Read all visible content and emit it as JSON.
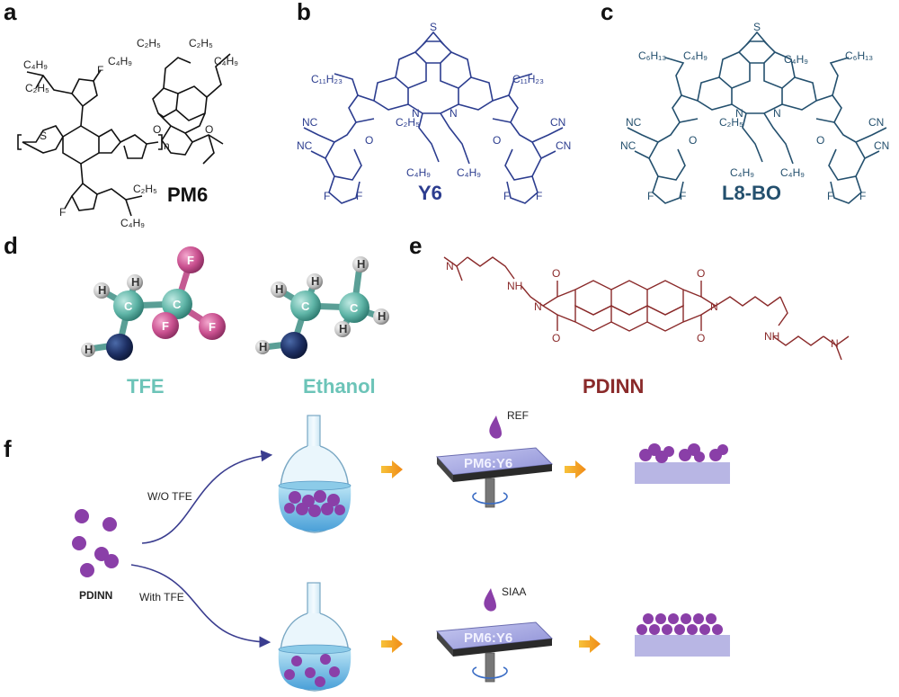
{
  "panels": {
    "a": {
      "letter": "a",
      "compound": "PM6",
      "substituents": {
        "top_left_c4": "C₄H₉",
        "top_left_c2": "C₂H₅",
        "top_f": "F",
        "top_right_c2a": "C₂H₅",
        "top_right_c2b": "C₂H₅",
        "top_right_c4a": "C₄H₉",
        "top_right_c4b": "C₄H₉",
        "ketone_o1": "O",
        "ketone_o2": "O",
        "bottom_f": "F",
        "bottom_c2": "C₂H₅",
        "bottom_c4": "C₄H₉",
        "s": "S",
        "n": "n"
      }
    },
    "b": {
      "letter": "b",
      "compound": "Y6",
      "substituents": {
        "c11_left": "C₁₁H₂₃",
        "c11_right": "C₁₁H₂₃",
        "c2": "C₂H₅",
        "c4a": "C₄H₉",
        "c4b": "C₄H₉",
        "cn": "NC",
        "cn2": "CN",
        "f": "F",
        "o": "O",
        "n": "N",
        "s": "S"
      }
    },
    "c": {
      "letter": "c",
      "compound": "L8-BO",
      "substituents": {
        "c6_left": "C₆H₁₃",
        "c4_left": "C₄H₉",
        "c4_right": "C₄H₉",
        "c6_right": "C₆H₁₃",
        "c2": "C₂H₅",
        "c4a": "C₄H₉",
        "c4b": "C₄H₉",
        "cn": "NC",
        "cn2": "CN",
        "f": "F",
        "o": "O",
        "n": "N",
        "s": "S"
      }
    },
    "d": {
      "letter": "d",
      "tfe": {
        "name": "TFE",
        "atoms": {
          "c": "C",
          "h": "H",
          "f": "F"
        }
      },
      "ethanol": {
        "name": "Ethanol",
        "atoms": {
          "c": "C",
          "h": "H"
        }
      }
    },
    "e": {
      "letter": "e",
      "compound": "PDINN",
      "atoms": {
        "nh": "NH",
        "n": "N",
        "o": "O"
      }
    },
    "f": {
      "letter": "f",
      "source": "PDINN",
      "path_top_label": "W/O TFE",
      "path_bottom_label": "With TFE",
      "drop_top": "REF",
      "drop_bottom": "SIAA",
      "substrate_label": "PM6:Y6"
    }
  },
  "colors": {
    "pm6": "#111111",
    "y6": "#2c3d8f",
    "l8bo": "#24506e",
    "pdinn": "#8a2a2a",
    "teal": "#6cc4b8",
    "purple": "#8a3fa8",
    "navy": "#1f2d5c"
  }
}
